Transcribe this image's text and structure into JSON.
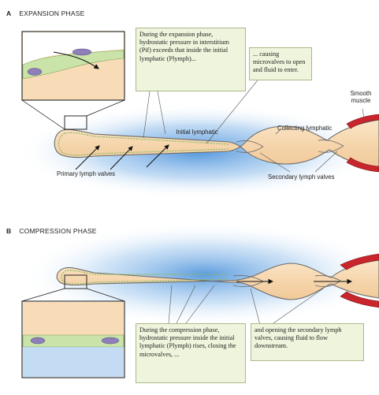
{
  "panel_a": {
    "letter": "A",
    "title": "EXPANSION PHASE",
    "callout_1": "During the expansion phase, hydrostatic pressure in interstitium (Pif) exceeds that inside the initial lymphatic (Plymph)...",
    "callout_2": "... causing microvalves to open and fluid to enter.",
    "label_initial_lymphatic": "Initial lymphatic",
    "label_collecting_lymphatic": "Collecting lymphatic",
    "label_smooth_muscle": "Smooth muscle",
    "label_primary_valves": "Primary lymph valves",
    "label_secondary_valves": "Secondary lymph valves"
  },
  "panel_b": {
    "letter": "B",
    "title": "COMPRESSION PHASE",
    "callout_1": "During the compression phase, hydrostatic pressure inside the initial lymphatic (Plymph) rises, closing the microvalves, ...",
    "callout_2": "and opening the secondary lymph valves, causing fluid to flow downstream."
  },
  "colors": {
    "vessel_fill": "#f6d9b4",
    "interstitium_blue": "#4a90d9",
    "callout_bg": "#eef5dc",
    "smooth_muscle": "#c8262c",
    "inset_green": "#c9e3a8",
    "nucleus_purple": "#8e7fb8"
  }
}
